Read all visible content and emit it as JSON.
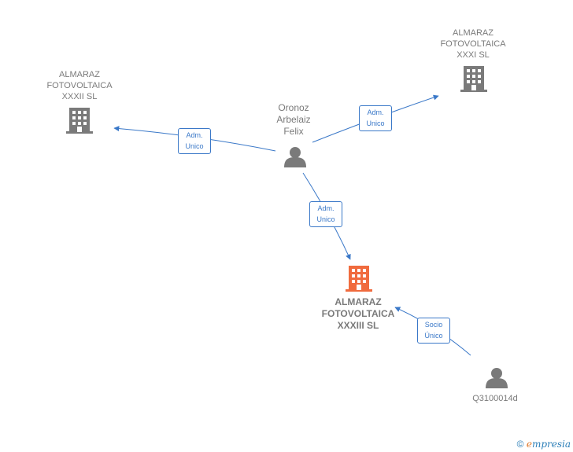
{
  "colors": {
    "edge": "#3a78c8",
    "building": "#7a7a7a",
    "building_main": "#f06b3e",
    "person": "#7a7a7a",
    "text": "#7a7a7a"
  },
  "nodes": {
    "company_xxxii": {
      "label": "ALMARAZ\nFOTOVOLTAICA\nXXXII SL",
      "icon": "building-icon"
    },
    "company_xxxi": {
      "label": "ALMARAZ\nFOTOVOLTAICA\nXXXI SL",
      "icon": "building-icon"
    },
    "company_xxxiii": {
      "label": "ALMARAZ\nFOTOVOLTAICA\nXXXIII SL",
      "icon": "building-icon"
    },
    "person_oronoz": {
      "label": "Oronoz\nArbelaiz\nFelix",
      "icon": "person-icon"
    },
    "person_q": {
      "label": "Q3100014d",
      "icon": "person-icon"
    }
  },
  "edges": {
    "to_xxxii": {
      "label": "Adm.\nUnico"
    },
    "to_xxxi": {
      "label": "Adm.\nUnico"
    },
    "to_xxxiii": {
      "label": "Adm.\nUnico"
    },
    "q_to_xxxiii": {
      "label": "Socio\nÚnico"
    }
  },
  "footer": {
    "copyright": "©",
    "brand_e": "e",
    "brand": "mpresia"
  }
}
